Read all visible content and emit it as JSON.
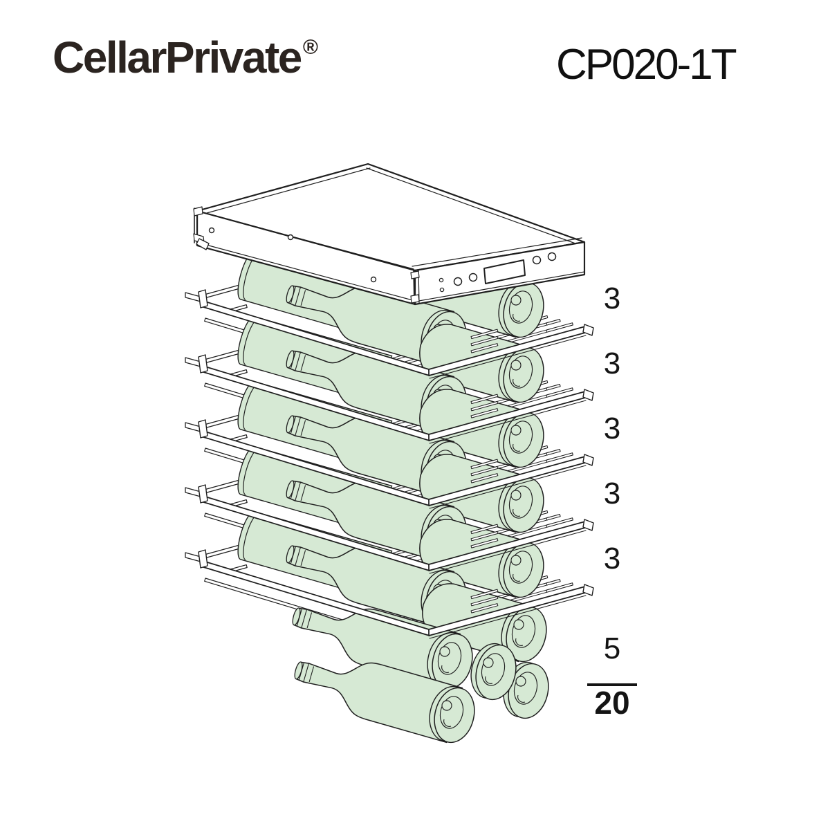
{
  "header": {
    "brand": "CellarPrivate",
    "registered": "®",
    "model": "CP020-1T"
  },
  "diagram": {
    "shelf_labels": [
      "3",
      "3",
      "3",
      "3",
      "3"
    ],
    "loose_label": "5",
    "total_label": "20",
    "shelves": 5,
    "bottles_per_shelf": 3,
    "loose_bottles": 5,
    "total_bottles": 20,
    "bottle_fill": "#d6e9d4",
    "line_color": "#1f1f1f"
  }
}
